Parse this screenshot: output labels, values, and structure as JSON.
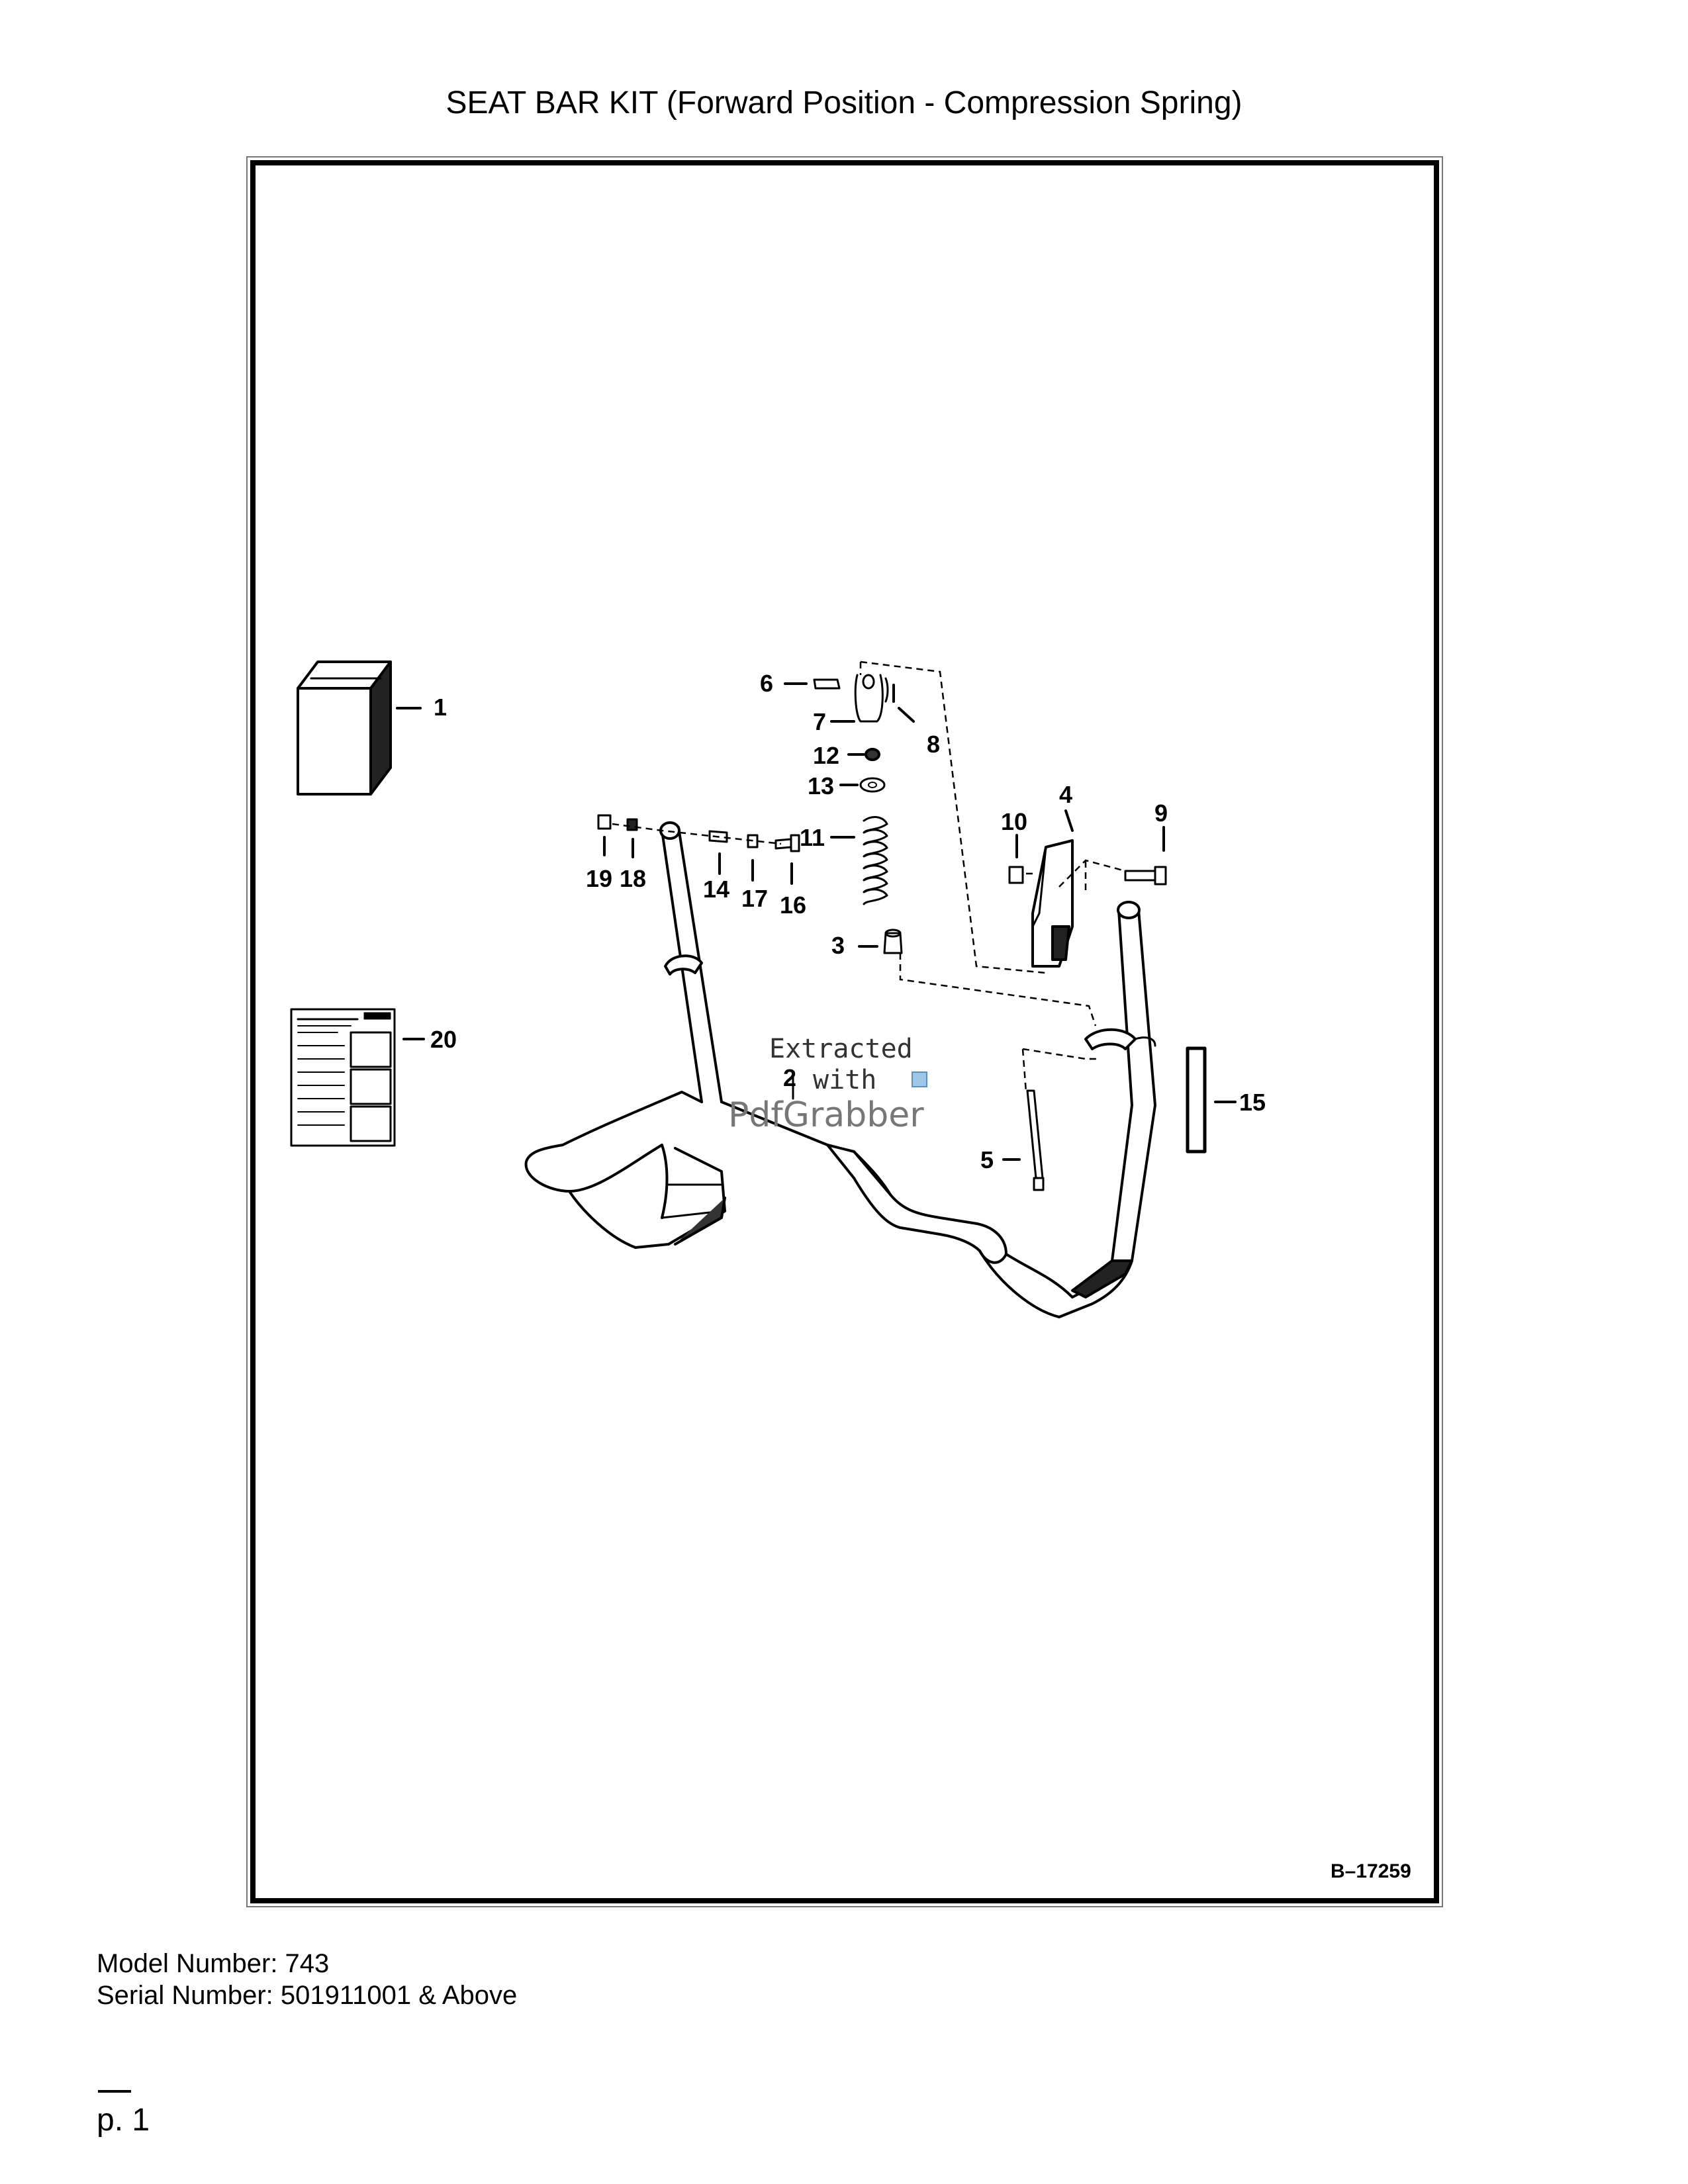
{
  "page": {
    "title": "SEAT BAR KIT (Forward Position - Compression Spring)",
    "drawing_id": "B–17259",
    "model_number": "Model Number: 743",
    "serial_number": "Serial Number: 501911001 & Above",
    "page_number": "p. 1"
  },
  "callouts": {
    "c1": "1",
    "c2": "2",
    "c3": "3",
    "c4": "4",
    "c5": "5",
    "c6": "6",
    "c7": "7",
    "c8": "8",
    "c9": "9",
    "c10": "10",
    "c11": "11",
    "c12": "12",
    "c13": "13",
    "c14": "14",
    "c15": "15",
    "c16": "16",
    "c17": "17",
    "c18": "18",
    "c19": "19",
    "c20": "20"
  },
  "watermark": {
    "line1": "Extracted",
    "line2": "with",
    "line3": "PdfGrabber"
  }
}
